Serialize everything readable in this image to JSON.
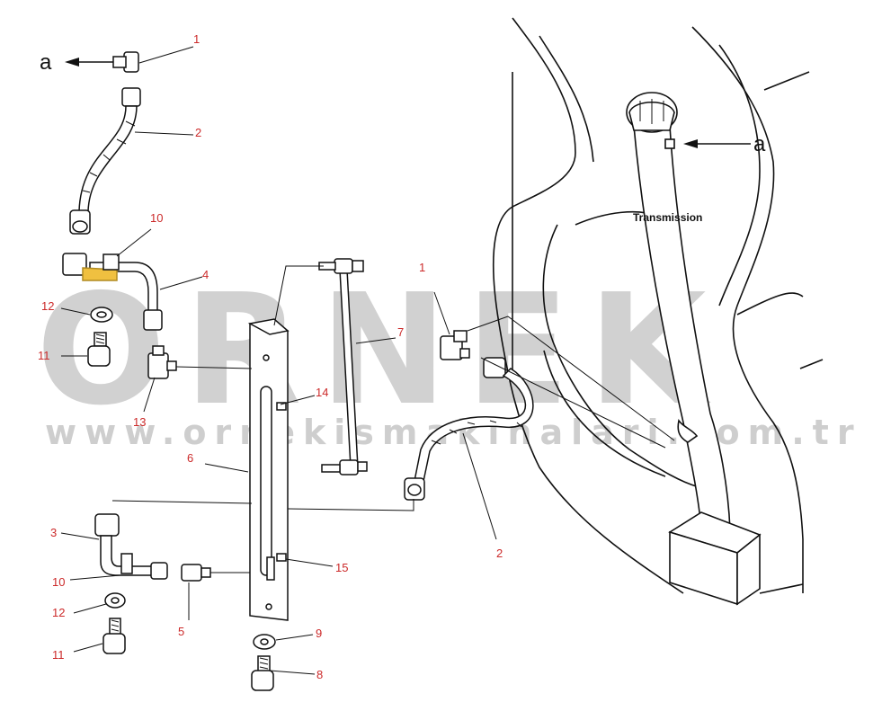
{
  "colors": {
    "label": "#cc2a2a",
    "line": "#111111",
    "watermark": "#c9c9c9",
    "highlight": "#f0c040"
  },
  "callout": {
    "transmission": "Transmission"
  },
  "arrow_letters": {
    "top_left": "a",
    "right": "a"
  },
  "watermark": {
    "brand": "ORNEK",
    "url": "www.ornekismakinalari.com.tr"
  },
  "labels": {
    "l1a": "1",
    "l2a": "2",
    "l10a": "10",
    "l4": "4",
    "l12a": "12",
    "l11a": "11",
    "l13": "13",
    "l6": "6",
    "l7": "7",
    "l14": "14",
    "l1b": "1",
    "l3": "3",
    "l10b": "10",
    "l12b": "12",
    "l11b": "11",
    "l5": "5",
    "l15": "15",
    "l2b": "2",
    "l9": "9",
    "l8": "8"
  }
}
